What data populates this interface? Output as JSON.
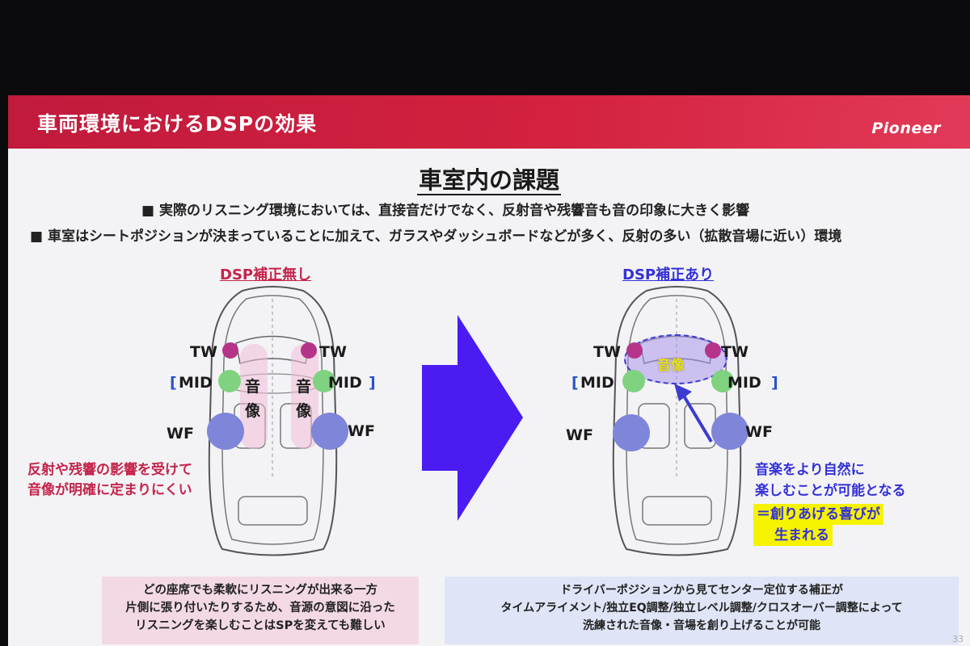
{
  "header": {
    "title": "車両環境におけるDSPの効果",
    "logo": "Pioneer"
  },
  "subtitle": "車室内の課題",
  "bullets": [
    "■ 実際のリスニング環境においては、直接音だけでなく、反射音や残響音も音の印象に大きく影響",
    "■ 車室はシートポジションが決まっていることに加えて、ガラスやダッシュボードなどが多く、反射の多い（拡散音場に近い）環境"
  ],
  "left_panel": {
    "label": "DSP補正無し",
    "speakers": {
      "tw": "TW",
      "mid": "MID",
      "wf": "WF"
    },
    "image_char_1": "音",
    "image_char_2": "像",
    "caption_lines": [
      "反射や残響の影響を受けて",
      "音像が明確に定まりにくい"
    ],
    "box_lines": [
      "どの座席でも柔軟にリスニングが出来る一方",
      "片側に張り付いたりするため、音源の意図に沿った",
      "リスニングを楽しむことはSPを変えても難しい"
    ]
  },
  "right_panel": {
    "label": "DSP補正あり",
    "speakers": {
      "tw": "TW",
      "mid": "MID",
      "wf": "WF"
    },
    "image_label": "音像",
    "caption_lines": [
      "音楽をより自然に",
      "楽しむことが可能となる"
    ],
    "highlight_lines": [
      "＝創りあげる喜びが",
      "生まれる"
    ],
    "box_lines": [
      "ドライバーポジションから見てセンター定位する補正が",
      "タイムアライメント/独立EQ調整/独立レベル調整/クロスオーバー調整によって",
      "洗練された音像・音場を創り上げることが可能"
    ]
  },
  "page_number": "33",
  "colors": {
    "header": "#d3213f",
    "magenta_text": "#c4244a",
    "blue_text": "#3330d8",
    "arrow": "#4a1cf2",
    "tw_dot": "#b6338a",
    "mid_dot": "#7fd27f",
    "wf_dot": "#7f86da",
    "highlight": "#f6f300"
  },
  "icons": [
    "right-arrow-icon",
    "car-top-view-icon"
  ]
}
